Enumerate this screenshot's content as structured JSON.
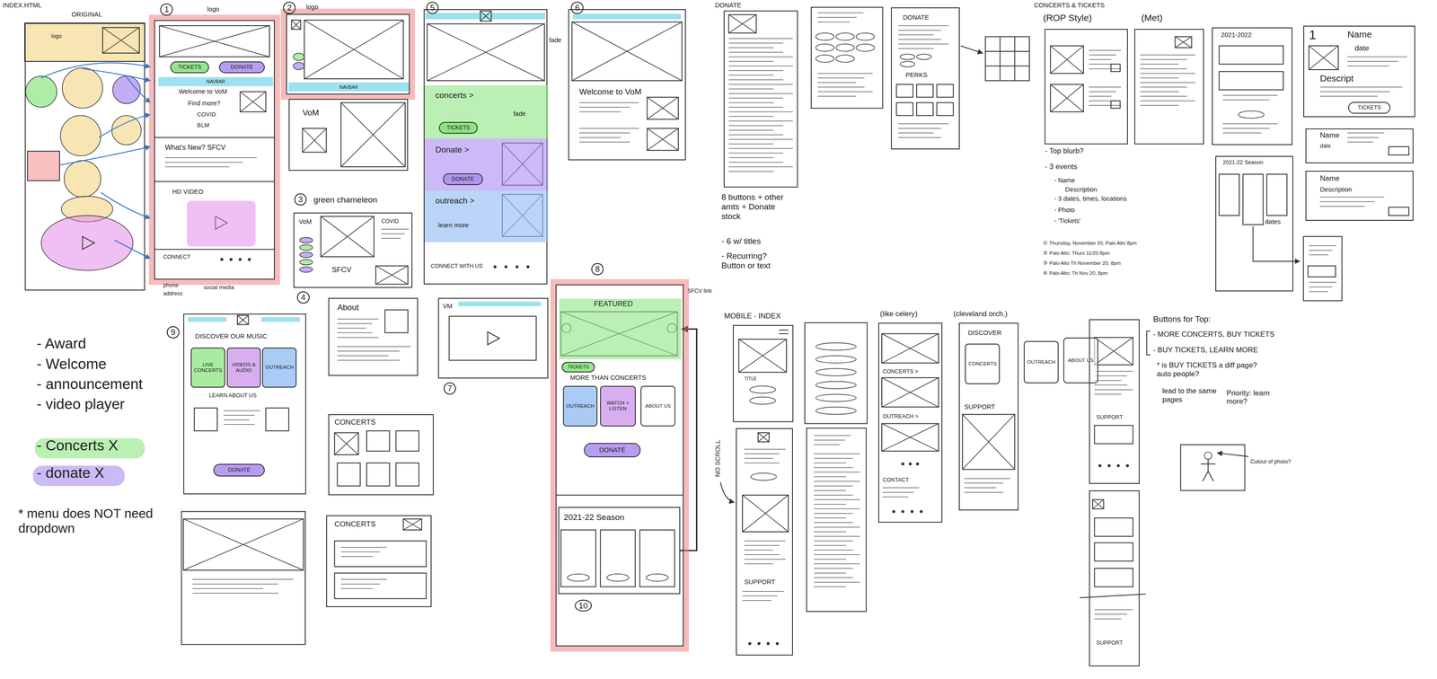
{
  "diagram": {
    "title": "INDEX.HTML",
    "nodes": [
      {
        "text": [
          "ORIGINAL",
          "logo"
        ]
      },
      {
        "text": [
          "logo",
          "Welcome to VoM",
          "Find more?",
          "COVID",
          "BLM",
          "What's New? SFCV",
          "CONNECT"
        ]
      },
      {
        "text": [
          "TICKETS"
        ],
        "in": 1
      },
      {
        "text": [
          "DONATE"
        ],
        "in": 1
      },
      {
        "text": [
          "NAVBAR"
        ],
        "in": 1
      },
      {
        "text": [
          "HD VIDEO"
        ],
        "in": 1
      },
      {
        "text": [
          "logo"
        ]
      },
      {
        "text": [
          "NAVBAR"
        ],
        "in": 6
      },
      {
        "text": [
          "VoM"
        ]
      },
      {
        "text": [
          "VoM",
          "COVID",
          "SFCV"
        ]
      },
      {
        "text": [
          "fade",
          "CONNECT WITH US"
        ]
      },
      {
        "text": [
          "concerts >",
          "fade"
        ],
        "in": 10
      },
      {
        "text": [
          "TICKETS"
        ],
        "in": 11
      },
      {
        "text": [
          "Donate >"
        ],
        "in": 10
      },
      {
        "text": [
          "DONATE"
        ],
        "in": 13
      },
      {
        "text": [
          "outreach >",
          "learn more"
        ],
        "in": 10
      },
      {
        "text": [
          "Welcome to VoM"
        ]
      },
      {
        "text": [
          "DISCOVER OUR MUSIC",
          "LEARN ABOUT US"
        ]
      },
      {
        "text": [
          "LIVE CONCERTS"
        ],
        "in": 17
      },
      {
        "text": [
          "VIDEOS & AUDIO"
        ],
        "in": 17
      },
      {
        "text": [
          "OUTREACH"
        ],
        "in": 17
      },
      {
        "text": [
          "DONATE"
        ],
        "in": 17
      },
      {
        "text": [
          "About"
        ]
      },
      {
        "text": [
          "CONCERTS"
        ]
      },
      {
        "text": [
          "CONCERTS"
        ]
      },
      {
        "text": [
          "VM"
        ]
      },
      {
        "text": [
          "SFCV link",
          "MORE THAN CONCERTS"
        ]
      },
      {
        "text": [
          "FEATURED"
        ],
        "in": 26
      },
      {
        "text": [
          "TICKETS"
        ],
        "in": 26
      },
      {
        "text": [
          "OUTREACH"
        ],
        "in": 26
      },
      {
        "text": [
          "WATCH + LISTEN"
        ],
        "in": 26
      },
      {
        "text": [
          "ABOUT US"
        ],
        "in": 26
      },
      {
        "text": [
          "DONATE"
        ],
        "in": 26
      },
      {
        "text": [
          "2021-22 Season"
        ],
        "in": 26
      },
      {
        "text": [
          "DONATE",
          "PERKS"
        ]
      },
      {
        "text": [
          "2021-2022"
        ]
      },
      {
        "text": [
          "1",
          "Name",
          "date",
          "Descript"
        ]
      },
      {
        "text": [
          "TICKETS"
        ],
        "in": 36
      },
      {
        "text": [
          "Name",
          "date"
        ]
      },
      {
        "text": [
          "Name",
          "Description"
        ]
      },
      {
        "text": [
          "2021-22 Season"
        ]
      },
      {
        "text": [
          "CONCERTS >",
          "OUTREACH >",
          "CONTACT"
        ]
      },
      {
        "text": [
          "DISCOVER",
          "SUPPORT"
        ]
      },
      {
        "text": [
          "CONCERTS"
        ],
        "in": 42
      },
      {
        "text": [
          "OUTREACH"
        ]
      },
      {
        "text": [
          "ABOUT US"
        ]
      },
      {
        "text": [
          "SUPPORT"
        ]
      },
      {
        "text": [
          "SUPPORT"
        ]
      },
      {
        "text": [
          "SUPPORT"
        ]
      }
    ],
    "edges": [
      {
        "from": 33,
        "to": 27,
        "arrow": "to"
      }
    ],
    "labels": [
      "1",
      "2",
      "3",
      "green chameleon",
      "4",
      "5",
      "6",
      "phone",
      "address",
      "social media",
      "9",
      "7",
      "8",
      "10",
      "- Award",
      "- Welcome",
      "- announcement",
      "- video player",
      "- Concerts X",
      "- donate X",
      "* menu does NOT need dropdown",
      "DONATE",
      "8 buttons + other amts + Donate stock",
      "- 6 w/ titles",
      "- Recurring? Button or text",
      "CONCERTS & TICKETS",
      "(ROP Style)",
      "(Met)",
      "- Top blurb?",
      "- 3 events",
      "- Name",
      "Description",
      "- 3 dates, times, locations",
      "- Photo",
      "- 'Tickets'",
      "① Thursday, November 20, Palo Alto 8pm",
      "② Palo Alto: Thurs 11/20 8pm",
      "③ Palo Alto Th November 20, 8pm",
      "④ Palo Alto: Th Nov 20, 8pm",
      "dates",
      "MOBILE - INDEX",
      "(like celery)",
      "(cleveland orch.)",
      "NO SCROLL",
      "TITLE",
      "Buttons for Top:",
      "- MORE CONCERTS, BUY TICKETS",
      "- BUY TICKETS, LEARN MORE",
      "* is BUY TICKETS a diff page? auto people?",
      "lead to the same pages",
      "Priority: learn more?",
      "Cutout of photo?"
    ]
  }
}
